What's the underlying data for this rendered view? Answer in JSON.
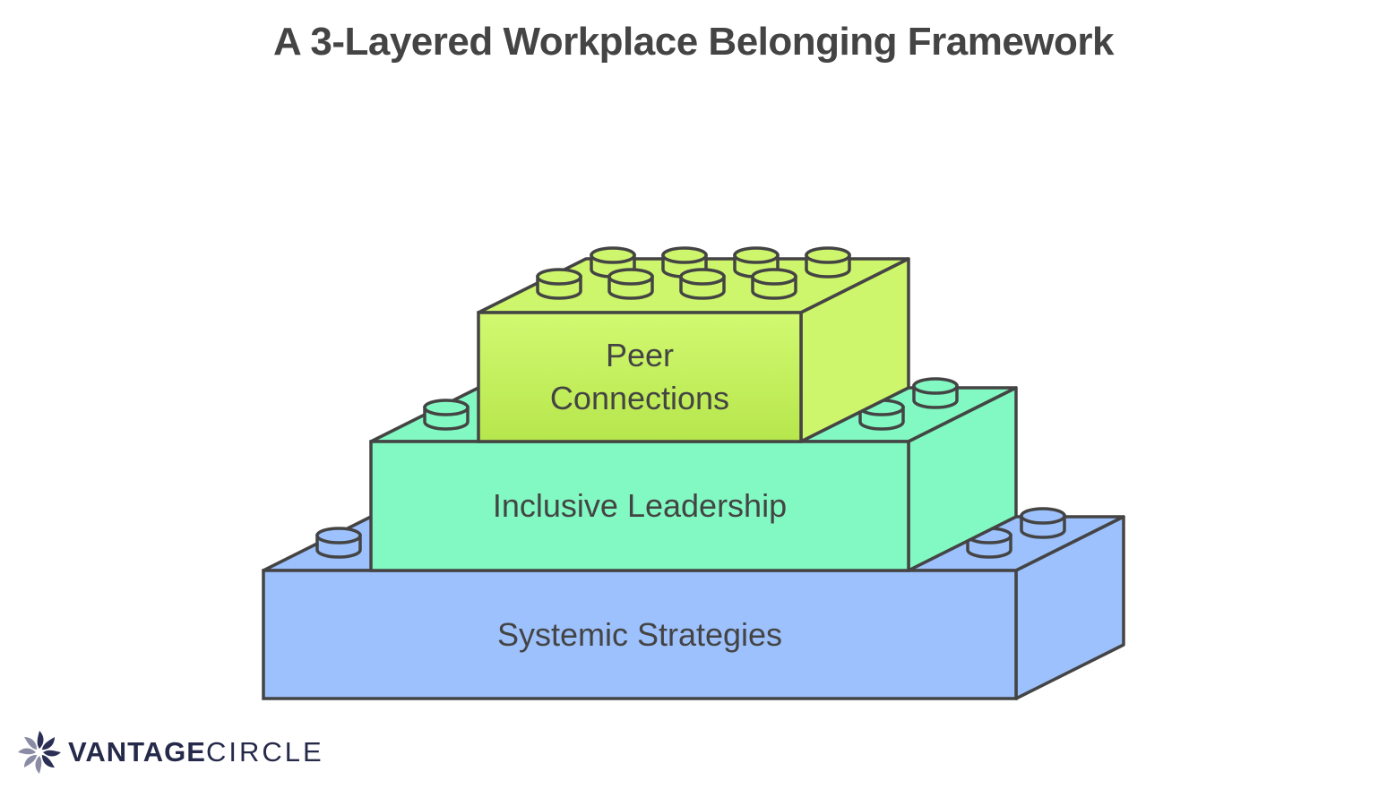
{
  "title": "A 3-Layered Workplace Belonging Framework",
  "layers": [
    {
      "label": "Systemic Strategies",
      "color": "#9dc1fc"
    },
    {
      "label": "Inclusive Leadership",
      "color": "#82f9c2"
    },
    {
      "label_line1": "Peer",
      "label_line2": "Connections",
      "color": "#c9f46a"
    }
  ],
  "logo": {
    "part1": "VANTAGE",
    "part2": "CIRCLE"
  }
}
